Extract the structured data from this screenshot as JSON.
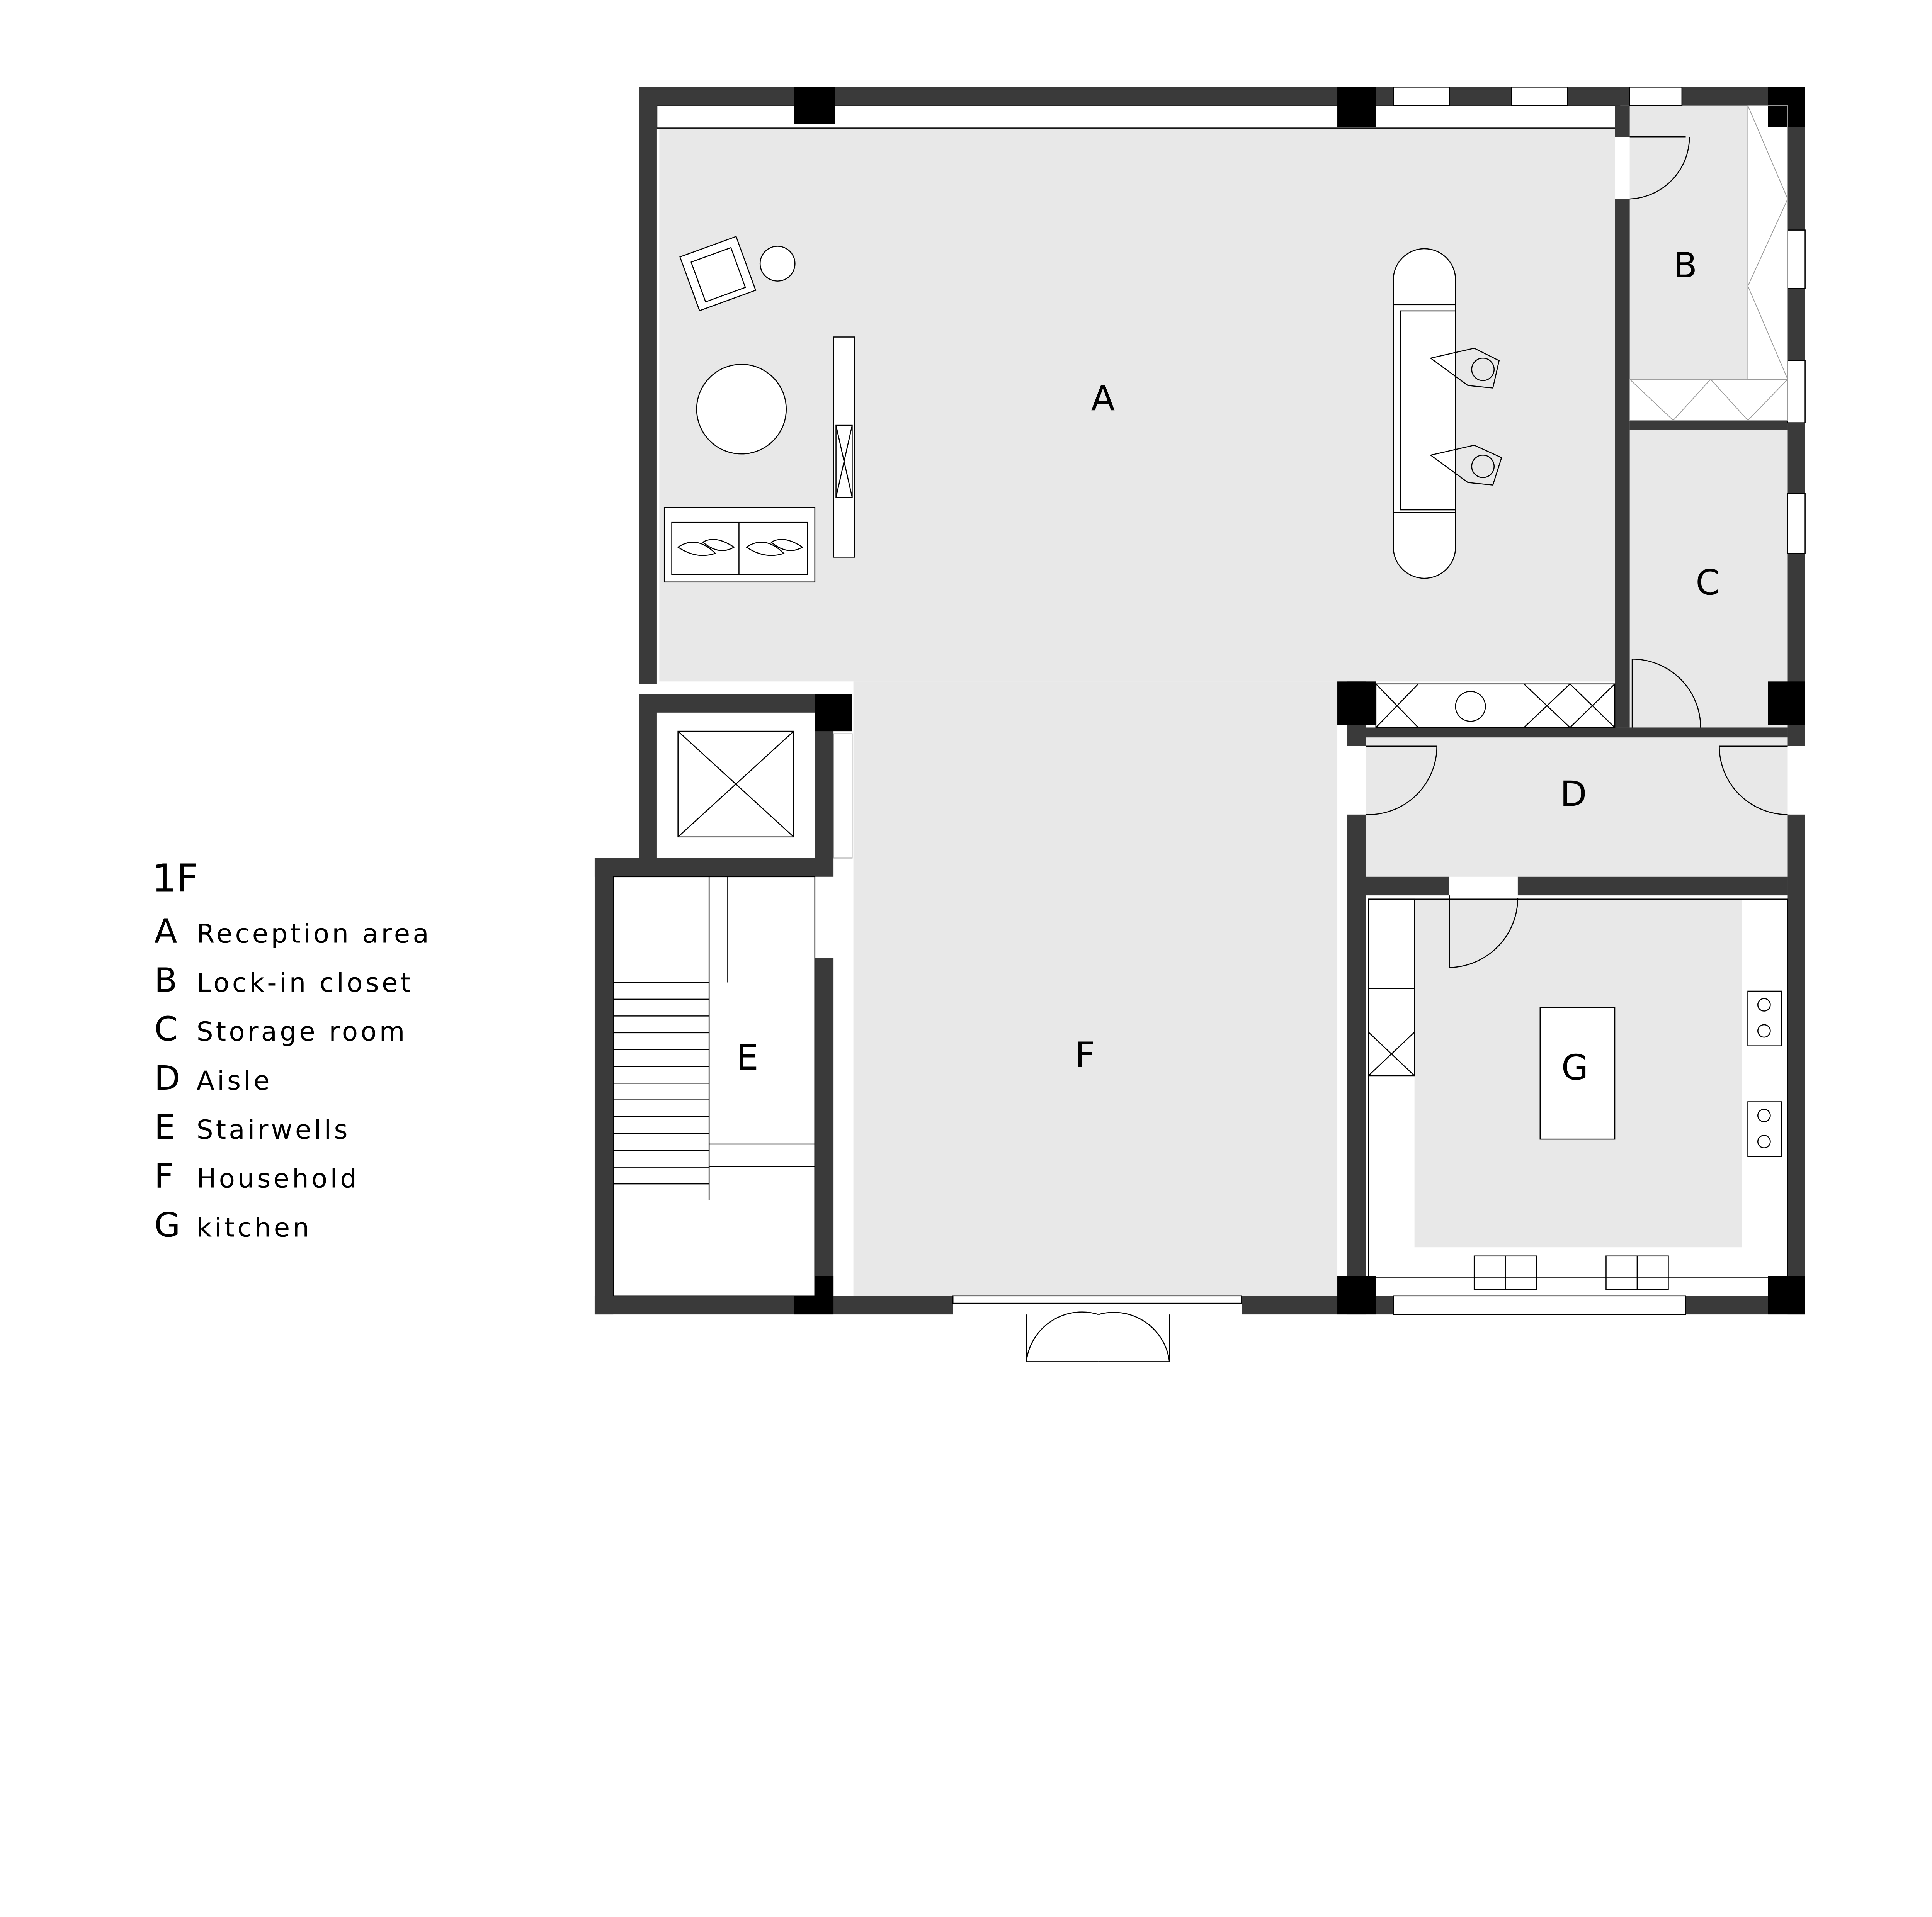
{
  "plan": {
    "floor_title": "1F",
    "rooms": [
      {
        "key": "A",
        "name": "Reception area"
      },
      {
        "key": "B",
        "name": "Lock-in closet"
      },
      {
        "key": "C",
        "name": "Storage room"
      },
      {
        "key": "D",
        "name": "Aisle"
      },
      {
        "key": "E",
        "name": "Stairwells"
      },
      {
        "key": "F",
        "name": "Household"
      },
      {
        "key": "G",
        "name": "kitchen"
      }
    ],
    "colors": {
      "wall": "#3a3a3a",
      "column": "#000000",
      "floor": "#e8e8e8"
    }
  }
}
